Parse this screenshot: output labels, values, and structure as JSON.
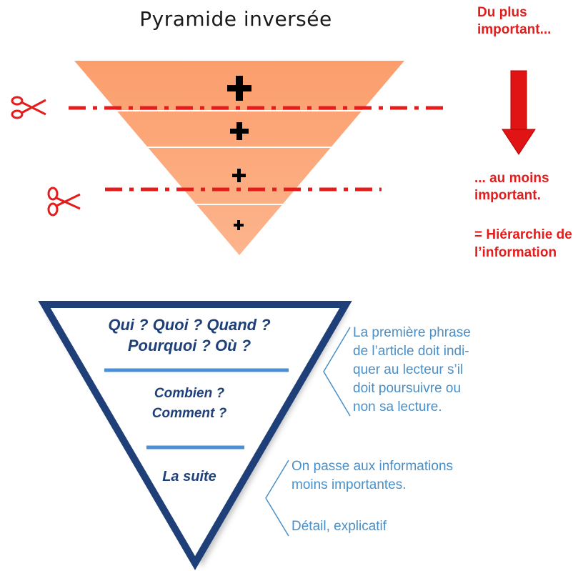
{
  "top_diagram": {
    "title": "Pyramide inversée",
    "signs": [
      "+",
      "+",
      "+",
      "+"
    ],
    "note_top": [
      "Du plus",
      "important..."
    ],
    "note_bottom": [
      "... au moins",
      "important."
    ],
    "note_hierarchy": [
      "= Hiérarchie de",
      "l’information"
    ],
    "colors": {
      "fill": "#fca57a",
      "cut_line": "#e51c1c",
      "arrow": "#e51c1c",
      "scissors": "#e51c1c"
    }
  },
  "bottom_diagram": {
    "questions_top": [
      "Qui ? Quoi ? Quand ?",
      "Pourquoi ? Où ?"
    ],
    "questions_mid": [
      "Combien ?",
      "Comment ?"
    ],
    "questions_low": [
      "La suite"
    ],
    "side_text_1": [
      "La première phrase",
      "de l’article doit indi-",
      "quer au lecteur s’il",
      "doit poursuivre ou",
      "non sa lecture."
    ],
    "side_text_2": [
      "On passe aux informations",
      "moins importantes."
    ],
    "side_text_3": "Détail, explicatif",
    "colors": {
      "border": "#1e3f78",
      "divider": "#4a8fd6",
      "text": "#1e3f78",
      "side_text": "#4a8fc7"
    }
  }
}
